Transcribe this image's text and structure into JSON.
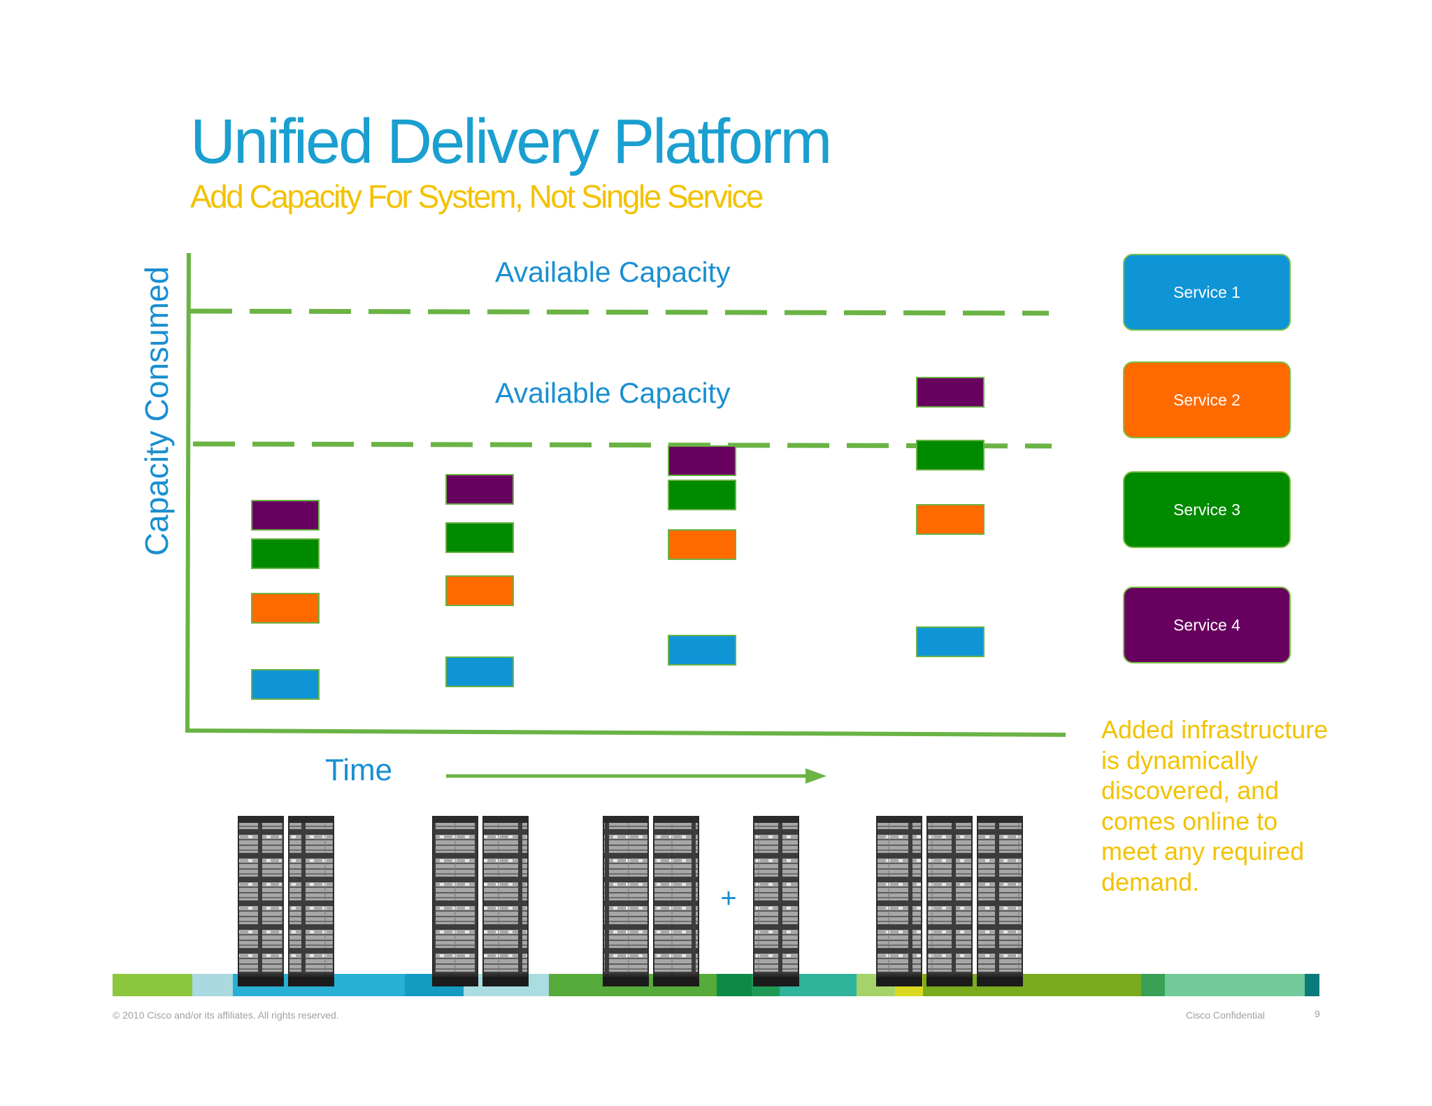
{
  "slide": {
    "title": "Unified Delivery Platform",
    "subtitle": "Add Capacity For System, Not Single Service"
  },
  "diagram": {
    "y_axis_label": "Capacity Consumed",
    "x_axis_label": "Time",
    "capacity_labels": [
      "Available Capacity",
      "Available Capacity"
    ],
    "plus_sign": "+",
    "time_steps": [
      {
        "rack_count": 2,
        "services_stacked": [
          "Service 1",
          "Service 2",
          "Service 3",
          "Service 4"
        ]
      },
      {
        "rack_count": 2,
        "services_stacked": [
          "Service 1",
          "Service 2",
          "Service 3",
          "Service 4"
        ]
      },
      {
        "rack_count": 3,
        "services_stacked": [
          "Service 1",
          "Service 2",
          "Service 3",
          "Service 4"
        ]
      },
      {
        "rack_count": 3,
        "services_stacked": [
          "Service 1",
          "Service 2",
          "Service 3",
          "Service 4"
        ]
      }
    ]
  },
  "legend": [
    {
      "label": "Service 1",
      "color": "#0f95d6"
    },
    {
      "label": "Service 2",
      "color": "#ff6a00"
    },
    {
      "label": "Service 3",
      "color": "#008a00"
    },
    {
      "label": "Service 4",
      "color": "#68005f"
    }
  ],
  "note": "Added infrastructure is dynamically discovered, and comes online to meet any required demand.",
  "colors": {
    "axis_green": "#6ab344",
    "title_blue": "#1a9fd0",
    "accent_yellow": "#f2c200"
  },
  "footer": {
    "copyright": "© 2010 Cisco and/or its affiliates. All rights reserved.",
    "confidential": "Cisco Confidential",
    "page_number": "9"
  }
}
